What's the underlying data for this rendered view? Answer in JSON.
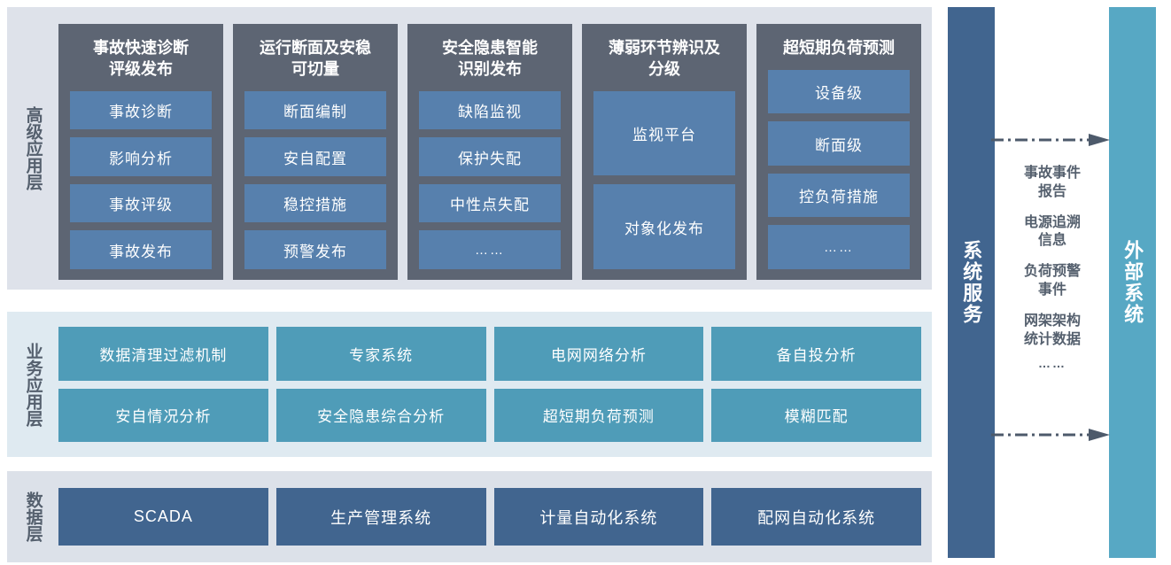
{
  "layers": [
    {
      "name": "advanced-application-layer",
      "label": "高级应用层",
      "cards": [
        {
          "title": "事故快速诊断\n评级发布",
          "items": [
            "事故诊断",
            "影响分析",
            "事故评级",
            "事故发布"
          ]
        },
        {
          "title": "运行断面及安稳\n可切量",
          "items": [
            "断面编制",
            "安自配置",
            "稳控措施",
            "预警发布"
          ]
        },
        {
          "title": "安全隐患智能\n识别发布",
          "items": [
            "缺陷监视",
            "保护失配",
            "中性点失配",
            "……"
          ]
        },
        {
          "title": "薄弱环节辨识及\n分级",
          "items": [
            "监视平台",
            "对象化发布"
          ]
        },
        {
          "title": "超短期负荷预测",
          "items": [
            "设备级",
            "断面级",
            "控负荷措施",
            "……"
          ]
        }
      ]
    },
    {
      "name": "business-application-layer",
      "label": "业务应用层",
      "rows": [
        [
          "数据清理过滤机制",
          "专家系统",
          "电网网络分析",
          "备自投分析"
        ],
        [
          "安自情况分析",
          "安全隐患综合分析",
          "超短期负荷预测",
          "模糊匹配"
        ]
      ]
    },
    {
      "name": "data-layer",
      "label": "数据层",
      "items": [
        "SCADA",
        "生产管理系统",
        "计量自动化系统",
        "配网自动化系统"
      ]
    }
  ],
  "right": {
    "service_bar_label": "系统服务",
    "external_bar_label": "外部系统",
    "flow_labels": [
      "事故事件\n报告",
      "电源追溯\n信息",
      "负荷预警\n事件",
      "网架架构\n统计数据"
    ],
    "flow_dots": "……",
    "arrow_top_name": "dashed-arrow-right-icon",
    "arrow_bottom_name": "dashed-arrow-right-icon"
  },
  "colors": {
    "panel_bg_gray": "#dee2ea",
    "panel_bg_blue": "#dfeaf1",
    "card_dark": "#5d6573",
    "item_blue": "#5780ad",
    "item_teal": "#4f9cb8",
    "item_navy": "#41658f",
    "bar_navy": "#41658f",
    "bar_teal": "#57a8c4",
    "text_dark": "#55606e",
    "arrow": "#4d5a6b"
  }
}
